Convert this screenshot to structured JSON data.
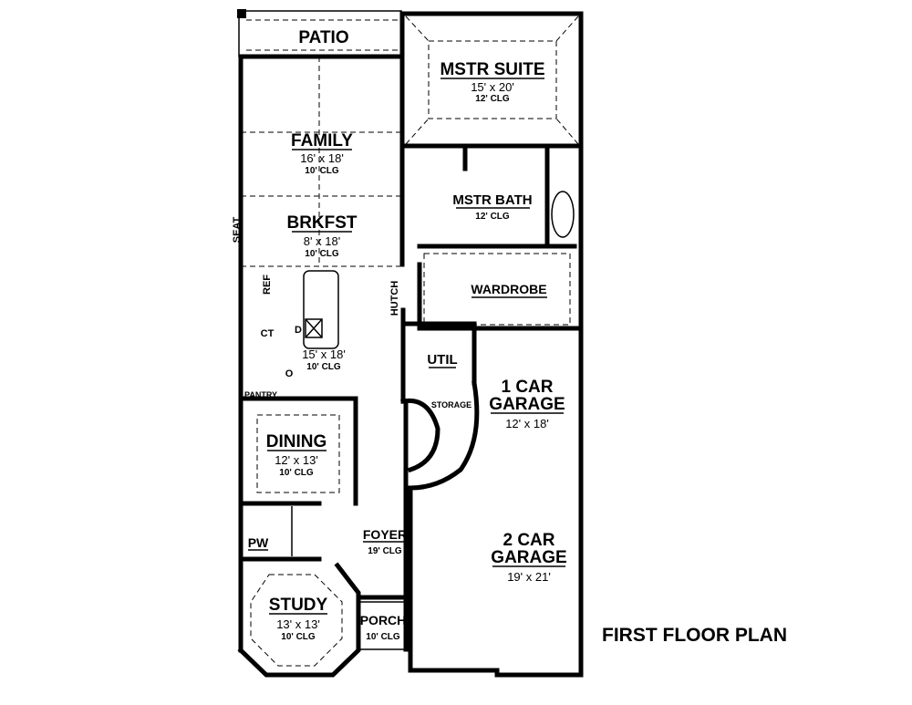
{
  "plan_title": "FIRST FLOOR PLAN",
  "rooms": {
    "patio": {
      "name": "PATIO"
    },
    "master_suite": {
      "name": "MSTR SUITE",
      "size": "15' x 20'",
      "ceiling": "12' CLG"
    },
    "family": {
      "name": "FAMILY",
      "size": "16' x 18'",
      "ceiling": "10' CLG"
    },
    "breakfast": {
      "name": "BRKFST",
      "size": "8' x 18'",
      "ceiling": "10' CLG"
    },
    "master_bath": {
      "name": "MSTR BATH",
      "ceiling": "12' CLG"
    },
    "wardrobe": {
      "name": "WARDROBE"
    },
    "kitchen": {
      "size": "15' x 18'",
      "ceiling": "10' CLG"
    },
    "utility": {
      "name": "UTIL"
    },
    "storage": {
      "name": "STORAGE"
    },
    "one_car_garage": {
      "name_line1": "1 CAR",
      "name_line2": "GARAGE",
      "size": "12' x 18'"
    },
    "dining": {
      "name": "DINING",
      "size": "12' x 13'",
      "ceiling": "10' CLG"
    },
    "two_car_garage": {
      "name_line1": "2 CAR",
      "name_line2": "GARAGE",
      "size": "19' x 21'"
    },
    "foyer": {
      "name": "FOYER",
      "ceiling": "19' CLG"
    },
    "powder": {
      "name": "PW"
    },
    "study": {
      "name": "STUDY",
      "size": "13' x 13'",
      "ceiling": "10' CLG"
    },
    "porch": {
      "name": "PORCH",
      "ceiling": "10' CLG"
    }
  },
  "fixtures": {
    "seat": "SEAT",
    "ref": "REF",
    "hutch": "HUTCH",
    "ct": "CT",
    "d": "D",
    "o": "O",
    "pantry": "PANTRY"
  }
}
